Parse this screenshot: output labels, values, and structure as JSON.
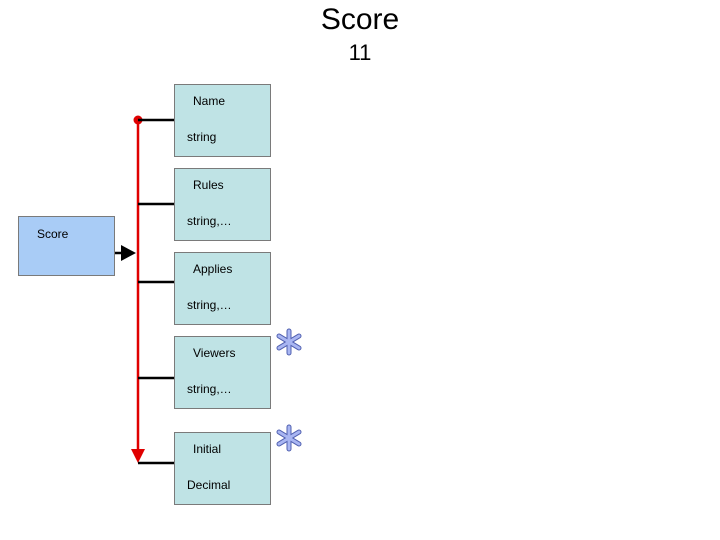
{
  "title": "Score",
  "subtitle": "11",
  "source": {
    "label": "Score"
  },
  "fields": [
    {
      "name": "Name",
      "type": "string"
    },
    {
      "name": "Rules",
      "type": "string,…"
    },
    {
      "name": "Applies",
      "type": "string,…"
    },
    {
      "name": "Viewers",
      "type": "string,…",
      "multiplicity_icon": "asterisk-icon"
    },
    {
      "name": "Initial",
      "type": "Decimal",
      "multiplicity_icon": "asterisk-icon"
    }
  ],
  "colors": {
    "field_box": "#bfe3e5",
    "source_box": "#a9ccf6",
    "bus_line": "#e00000",
    "asterisk": "#8fa0e8"
  }
}
